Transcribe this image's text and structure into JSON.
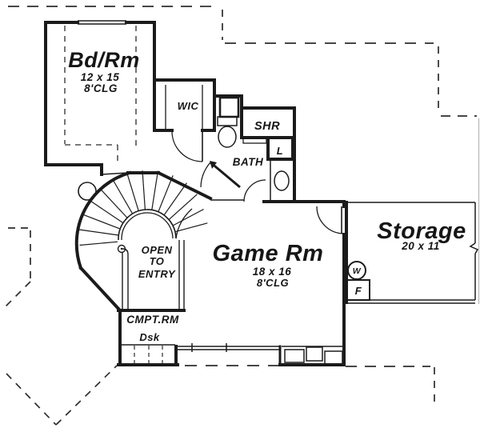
{
  "floor_plan": {
    "rooms": {
      "bedroom": {
        "name": "Bd/Rm",
        "dims": "12 x 15",
        "ceiling": "8'CLG"
      },
      "wic": {
        "name": "WIC"
      },
      "shower": {
        "name": "SHR"
      },
      "linen": {
        "name": "L"
      },
      "bath": {
        "name": "BATH"
      },
      "stairwell": {
        "line1": "OPEN",
        "line2": "TO",
        "line3": "ENTRY"
      },
      "game_room": {
        "name": "Game Rm",
        "dims": "18 x 16",
        "ceiling": "8'CLG"
      },
      "storage": {
        "name": "Storage",
        "dims": "20 x 11"
      },
      "computer_room": {
        "name": "CMPT.RM"
      },
      "desk": {
        "name": "Dsk"
      },
      "water_heater": {
        "label": "W"
      },
      "furnace": {
        "label": "F"
      }
    },
    "colors": {
      "ink": "#1a1a1a",
      "paper": "#ffffff"
    }
  }
}
